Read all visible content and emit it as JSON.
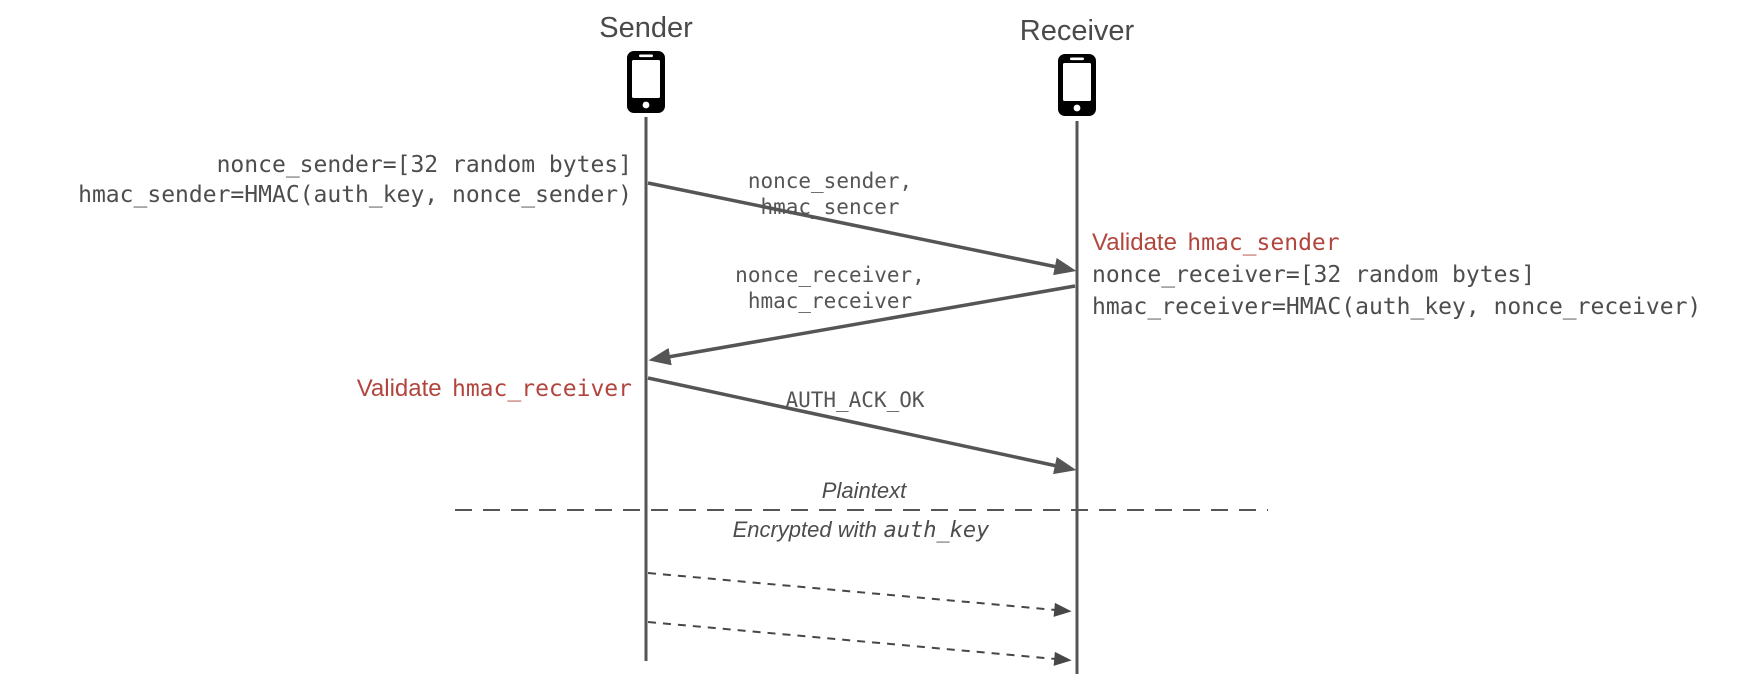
{
  "diagram": {
    "actors": {
      "sender": {
        "label": "Sender",
        "icon": "smartphone-icon"
      },
      "receiver": {
        "label": "Receiver",
        "icon": "smartphone-icon"
      }
    },
    "notes": {
      "sender_setup": {
        "line1": "nonce_sender=[32 random bytes]",
        "line2": "hmac_sender=HMAC(auth_key, nonce_sender)"
      },
      "receiver_side": {
        "validate_prefix": "Validate",
        "validate_code": "hmac_sender",
        "line2": "nonce_receiver=[32 random bytes]",
        "line3": "hmac_receiver=HMAC(auth_key, nonce_receiver)"
      },
      "sender_validate": {
        "validate_prefix": "Validate",
        "validate_code": "hmac_receiver"
      }
    },
    "messages": {
      "auth_request": {
        "line1": "nonce_sender,",
        "line2": "hmac_sencer"
      },
      "auth_response": {
        "line1": "nonce_receiver,",
        "line2": "hmac_receiver"
      },
      "auth_ack": {
        "label": "AUTH_ACK_OK"
      }
    },
    "divider": {
      "above_label": "Plaintext",
      "below_prefix": "Encrypted with",
      "below_code": "auth_key"
    },
    "colors": {
      "line_gray": "#555555",
      "text_gray": "#4d4d4d",
      "accent_red": "#b2453e"
    }
  }
}
